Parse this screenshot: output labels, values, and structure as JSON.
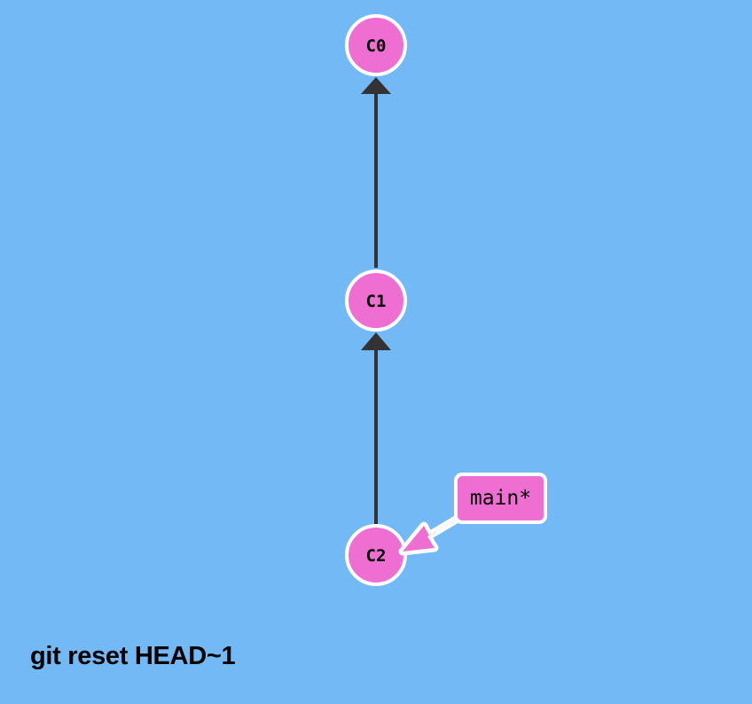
{
  "commits": [
    {
      "id": "C0"
    },
    {
      "id": "C1"
    },
    {
      "id": "C2"
    }
  ],
  "branch": {
    "label": "main*",
    "points_to": "C2"
  },
  "command": "git reset HEAD~1",
  "colors": {
    "background": "#72b9f5",
    "commit_fill": "#ee6fd1",
    "branch_fill": "#ee6fd1",
    "outline": "#ffffff",
    "edge": "#333333"
  }
}
